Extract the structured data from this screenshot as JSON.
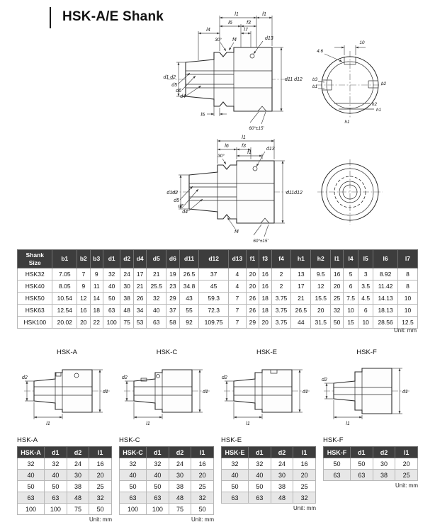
{
  "page": {
    "title": "HSK-A/E Shank"
  },
  "main_table": {
    "unit": "Unit: mm",
    "headers": [
      "Shank\nSize",
      "b1",
      "b2",
      "b3",
      "d1",
      "d2",
      "d4",
      "d5",
      "d6",
      "d11",
      "d12",
      "d13",
      "f1",
      "f3",
      "f4",
      "h1",
      "h2",
      "l1",
      "l4",
      "l5",
      "l6",
      "l7"
    ],
    "rows": [
      [
        "HSK32",
        "7.05",
        "7",
        "9",
        "32",
        "24",
        "17",
        "21",
        "19",
        "26.5",
        "37",
        "4",
        "20",
        "16",
        "2",
        "13",
        "9.5",
        "16",
        "5",
        "3",
        "8.92",
        "8"
      ],
      [
        "HSK40",
        "8.05",
        "9",
        "11",
        "40",
        "30",
        "21",
        "25.5",
        "23",
        "34.8",
        "45",
        "4",
        "20",
        "16",
        "2",
        "17",
        "12",
        "20",
        "6",
        "3.5",
        "11.42",
        "8"
      ],
      [
        "HSK50",
        "10.54",
        "12",
        "14",
        "50",
        "38",
        "26",
        "32",
        "29",
        "43",
        "59.3",
        "7",
        "26",
        "18",
        "3.75",
        "21",
        "15.5",
        "25",
        "7.5",
        "4.5",
        "14.13",
        "10"
      ],
      [
        "HSK63",
        "12.54",
        "16",
        "18",
        "63",
        "48",
        "34",
        "40",
        "37",
        "55",
        "72.3",
        "7",
        "26",
        "18",
        "3.75",
        "26.5",
        "20",
        "32",
        "10",
        "6",
        "18.13",
        "10"
      ],
      [
        "HSK100",
        "20.02",
        "20",
        "22",
        "100",
        "75",
        "53",
        "63",
        "58",
        "92",
        "109.75",
        "7",
        "29",
        "20",
        "3.75",
        "44",
        "31.5",
        "50",
        "15",
        "10",
        "28.56",
        "12.5"
      ]
    ]
  },
  "drawing1": {
    "labels": {
      "l1": "l1",
      "f1": "f1",
      "l6": "l6",
      "f3": "f3",
      "l7": "l7",
      "l4": "l4",
      "angle30": "30°",
      "f4": "f4",
      "d13": "d13",
      "d1d2": "d1 d2",
      "d5": "d5",
      "d6": "d6",
      "d4": "d4",
      "l5": "l5",
      "d11d12": "d11 d12",
      "angle60": "60°±15'",
      "dim46": "4.6",
      "dim10": "10",
      "b3": "b3",
      "b1": "b1",
      "b2": "b2",
      "h2": "h2",
      "h1": "h1",
      "h1b": "h1"
    }
  },
  "drawing2": {
    "labels": {
      "l1": "l1",
      "l6": "l6",
      "f3": "f3",
      "f1": "f1",
      "d13": "d13",
      "angle30": "30°",
      "d1d2": "d1d2",
      "d5": "d5",
      "d6": "d6",
      "d4": "d4",
      "f4": "f4",
      "d11d12": "d11d12",
      "angle60": "60°±15'"
    }
  },
  "diagrams": {
    "dim": {
      "d1": "d1",
      "d2": "d2",
      "l1": "l1"
    },
    "items": [
      {
        "label": "HSK-A"
      },
      {
        "label": "HSK-C"
      },
      {
        "label": "HSK-E"
      },
      {
        "label": "HSK-F"
      }
    ]
  },
  "small_tables": [
    {
      "title": "HSK-A",
      "unit": "Unit: mm",
      "headers": [
        "HSK-A",
        "d1",
        "d2",
        "l1"
      ],
      "rows": [
        [
          "32",
          "32",
          "24",
          "16"
        ],
        [
          "40",
          "40",
          "30",
          "20"
        ],
        [
          "50",
          "50",
          "38",
          "25"
        ],
        [
          "63",
          "63",
          "48",
          "32"
        ],
        [
          "100",
          "100",
          "75",
          "50"
        ]
      ]
    },
    {
      "title": "HSK-C",
      "unit": "Unit: mm",
      "headers": [
        "HSK-C",
        "d1",
        "d2",
        "l1"
      ],
      "rows": [
        [
          "32",
          "32",
          "24",
          "16"
        ],
        [
          "40",
          "40",
          "30",
          "20"
        ],
        [
          "50",
          "50",
          "38",
          "25"
        ],
        [
          "63",
          "63",
          "48",
          "32"
        ],
        [
          "100",
          "100",
          "75",
          "50"
        ]
      ]
    },
    {
      "title": "HSK-E",
      "unit": "Unit: mm",
      "headers": [
        "HSK-E",
        "d1",
        "d2",
        "l1"
      ],
      "rows": [
        [
          "32",
          "32",
          "24",
          "16"
        ],
        [
          "40",
          "40",
          "30",
          "20"
        ],
        [
          "50",
          "50",
          "38",
          "25"
        ],
        [
          "63",
          "63",
          "48",
          "32"
        ]
      ]
    },
    {
      "title": "HSK-F",
      "unit": "Unit: mm",
      "headers": [
        "HSK-F",
        "d1",
        "d2",
        "l1"
      ],
      "rows": [
        [
          "50",
          "50",
          "30",
          "20"
        ],
        [
          "63",
          "63",
          "38",
          "25"
        ]
      ]
    }
  ]
}
